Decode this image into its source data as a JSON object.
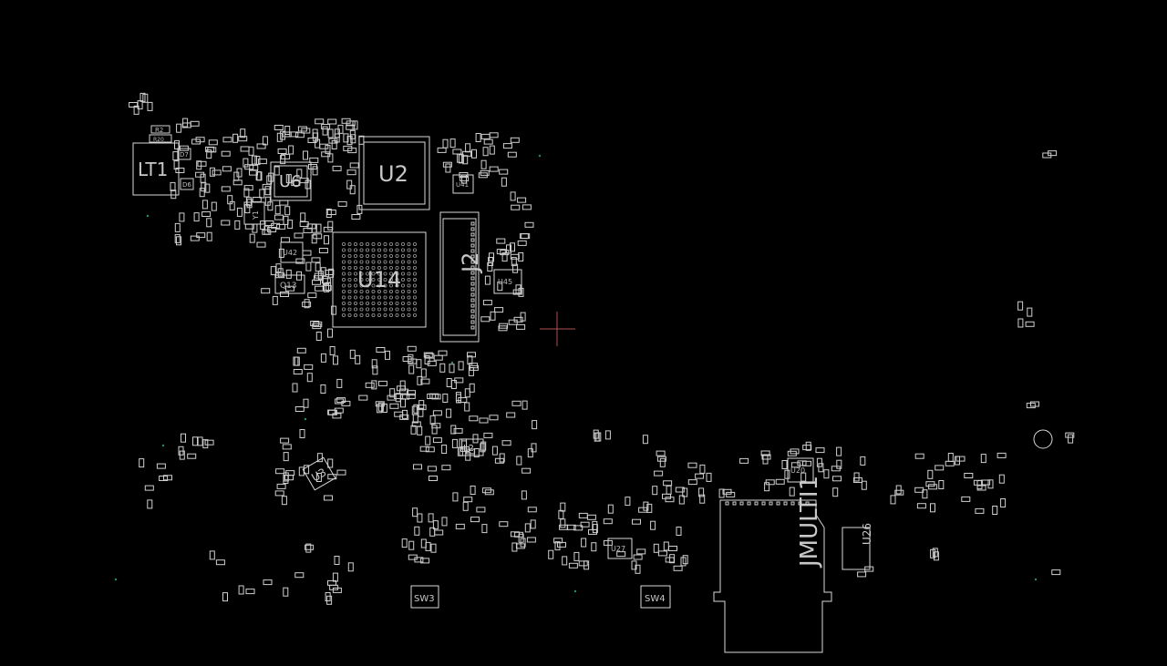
{
  "view": {
    "background_color": "#000000",
    "outline_color": "#d8d8d8",
    "crosshair_color": "#b05050",
    "via_color": "#1f8f6f"
  },
  "components": {
    "LT1": "LT1",
    "U6": "U6",
    "U2": "U2",
    "U14": "U14",
    "J2": "J2",
    "U42": "U42",
    "Q13": "Q13",
    "U45": "U45",
    "L2": "L2",
    "U3": "U3",
    "U20": "U20",
    "U26": "U26",
    "U27": "U27",
    "SW3": "SW3",
    "SW4": "SW4",
    "JMULTI1": "JMULTI1",
    "R2": "R2",
    "R20": "R20",
    "D7": "D7",
    "D6": "D6",
    "Y1": "Y1",
    "U41": "U41"
  }
}
